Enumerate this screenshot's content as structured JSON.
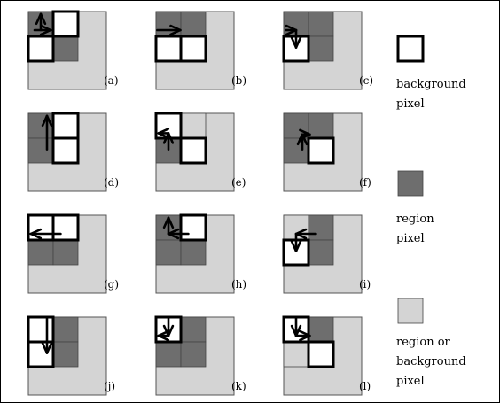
{
  "colors": {
    "background_pixel": "#ffffff",
    "region_pixel": "#6e6e6e",
    "region_or_background_pixel": "#d4d4d4",
    "outline": "#000000",
    "frame": "#000000"
  },
  "panels": [
    {
      "id": "a",
      "label": "(a)",
      "cells": [
        "region",
        "white",
        "white",
        "region"
      ],
      "arrows": [
        {
          "from": [
            0.25,
            0.75
          ],
          "to": [
            0.9,
            0.75
          ]
        },
        {
          "from": [
            0.5,
            0.75
          ],
          "to": [
            0.5,
            0.1
          ]
        }
      ]
    },
    {
      "id": "b",
      "label": "(b)",
      "cells": [
        "region",
        "region",
        "white",
        "white"
      ],
      "arrows": [
        {
          "from": [
            0.05,
            0.75
          ],
          "to": [
            0.98,
            0.75
          ]
        }
      ]
    },
    {
      "id": "c",
      "label": "(c)",
      "cells": [
        "region",
        "region",
        "white",
        "region"
      ],
      "arrows": [
        {
          "from": [
            0.1,
            0.75
          ],
          "to": [
            0.5,
            0.75
          ]
        },
        {
          "from": [
            0.5,
            0.75
          ],
          "to": [
            0.5,
            1.45
          ]
        }
      ]
    },
    {
      "id": "d",
      "label": "(d)",
      "cells": [
        "region",
        "white",
        "region",
        "white"
      ],
      "arrows": [
        {
          "from": [
            0.75,
            1.45
          ],
          "to": [
            0.75,
            0.1
          ]
        }
      ]
    },
    {
      "id": "e",
      "label": "(e)",
      "cells": [
        "white",
        "light",
        "region",
        "white"
      ],
      "arrows": [
        {
          "from": [
            0.5,
            1.45
          ],
          "to": [
            0.5,
            0.8
          ]
        },
        {
          "from": [
            0.5,
            0.8
          ],
          "to": [
            0.1,
            0.8
          ]
        }
      ]
    },
    {
      "id": "f",
      "label": "(f)",
      "cells": [
        "region",
        "region",
        "region",
        "white"
      ],
      "arrows": [
        {
          "from": [
            0.75,
            1.45
          ],
          "to": [
            0.75,
            0.85
          ]
        },
        {
          "from": [
            0.75,
            0.85
          ],
          "to": [
            1.05,
            0.85
          ]
        }
      ]
    },
    {
      "id": "g",
      "label": "(g)",
      "cells": [
        "white",
        "white",
        "region",
        "region"
      ],
      "arrows": [
        {
          "from": [
            1.3,
            0.75
          ],
          "to": [
            0.1,
            0.75
          ]
        }
      ]
    },
    {
      "id": "h",
      "label": "(h)",
      "cells": [
        "region",
        "white",
        "region",
        "region"
      ],
      "arrows": [
        {
          "from": [
            1.3,
            0.75
          ],
          "to": [
            0.5,
            0.75
          ]
        },
        {
          "from": [
            0.5,
            0.75
          ],
          "to": [
            0.5,
            0.1
          ]
        }
      ]
    },
    {
      "id": "i",
      "label": "(i)",
      "cells": [
        "light",
        "region",
        "white",
        "region"
      ],
      "arrows": [
        {
          "from": [
            1.3,
            0.75
          ],
          "to": [
            0.5,
            0.75
          ]
        },
        {
          "from": [
            0.5,
            0.75
          ],
          "to": [
            0.5,
            1.45
          ]
        }
      ]
    },
    {
      "id": "j",
      "label": "(j)",
      "cells": [
        "white",
        "region",
        "white",
        "region"
      ],
      "arrows": [
        {
          "from": [
            0.75,
            0.05
          ],
          "to": [
            0.75,
            1.45
          ]
        }
      ]
    },
    {
      "id": "k",
      "label": "(k)",
      "cells": [
        "white",
        "region",
        "region",
        "region"
      ],
      "arrows": [
        {
          "from": [
            0.5,
            0.05
          ],
          "to": [
            0.5,
            0.75
          ]
        },
        {
          "from": [
            0.5,
            0.75
          ],
          "to": [
            0.1,
            0.75
          ]
        }
      ]
    },
    {
      "id": "l",
      "label": "(l)",
      "cells": [
        "white",
        "region",
        "light",
        "white"
      ],
      "arrows": [
        {
          "from": [
            0.5,
            0.05
          ],
          "to": [
            0.5,
            0.75
          ]
        },
        {
          "from": [
            0.5,
            0.75
          ],
          "to": [
            1.05,
            0.75
          ]
        }
      ]
    }
  ],
  "legend": [
    {
      "type": "white",
      "lines": [
        "background",
        "pixel"
      ]
    },
    {
      "type": "region",
      "lines": [
        "region",
        "pixel"
      ]
    },
    {
      "type": "light",
      "lines": [
        "region or",
        "background",
        "pixel"
      ]
    }
  ]
}
